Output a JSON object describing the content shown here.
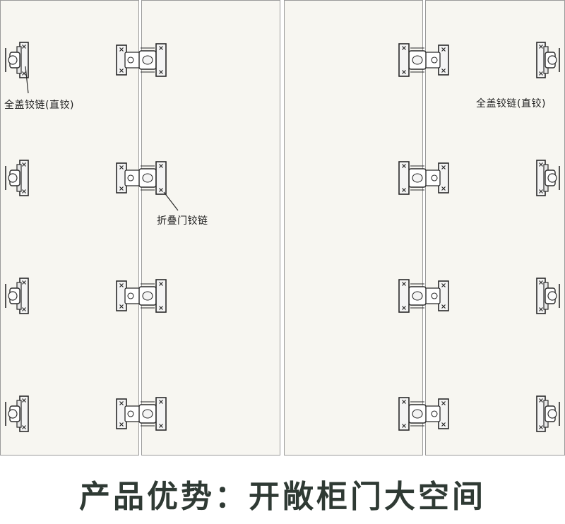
{
  "labels": {
    "full_overlay_left": "全盖铰链(直铰)",
    "full_overlay_right": "全盖铰链(直铰)",
    "folding_door": "折叠门铰链"
  },
  "caption": "产品优势：开敞柜门大空间",
  "colors": {
    "door_fill": "#f7f6f1",
    "door_edge": "#9a9a9a",
    "hinge_stroke": "#2a2a2a",
    "caption_text": "#2f3a34"
  },
  "icons": [
    "full-overlay-hinge-icon",
    "folding-door-hinge-icon"
  ]
}
